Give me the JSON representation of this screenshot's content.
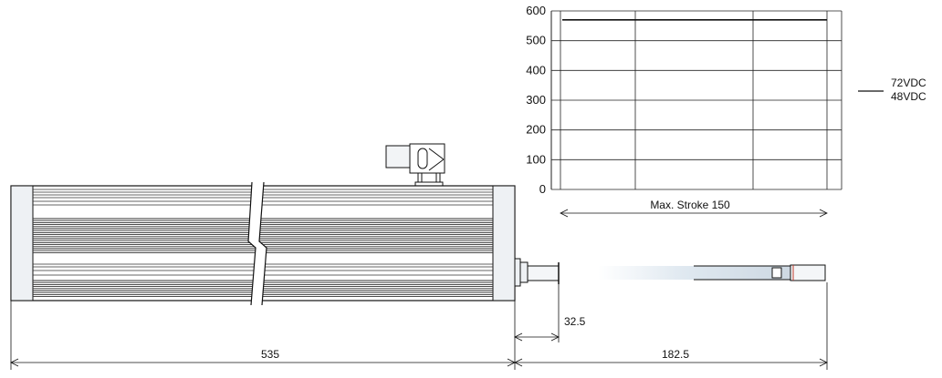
{
  "chart_data": {
    "type": "line",
    "y_ticks": [
      "600",
      "500",
      "400",
      "300",
      "200",
      "100",
      "0"
    ],
    "ylim": [
      0,
      600
    ],
    "grid": true,
    "series": [
      {
        "name": "72VDC",
        "values": [
          570,
          570,
          570
        ],
        "color": "#111111"
      },
      {
        "name": "48VDC",
        "values": [],
        "color": "#111111"
      }
    ],
    "legend_placement": "right"
  },
  "dimensions": {
    "stroke_label": "Max. Stroke 150",
    "offset_label": "32.5",
    "body_length_label": "535",
    "rod_length_label": "182.5"
  },
  "colors": {
    "line": "#111111",
    "body_fill": "#f4f6f8",
    "rib_dark": "#333333",
    "grid": "#222222"
  }
}
